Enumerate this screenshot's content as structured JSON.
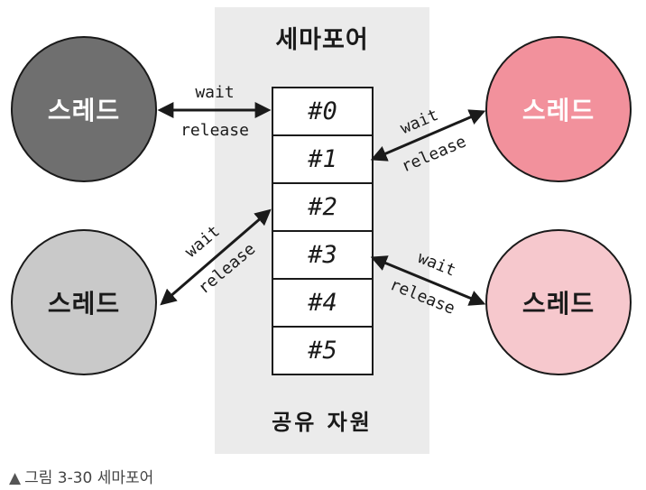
{
  "diagram": {
    "title": "세마포어",
    "shared_resource_label": "공유 자원",
    "slots": [
      "#0",
      "#1",
      "#2",
      "#3",
      "#4",
      "#5"
    ],
    "threads": [
      {
        "label": "스레드",
        "color": "#6f6f6f"
      },
      {
        "label": "스레드",
        "color": "#f2919c"
      },
      {
        "label": "스레드",
        "color": "#c9c9c9"
      },
      {
        "label": "스레드",
        "color": "#f6c8cd"
      }
    ],
    "arrows": [
      {
        "wait": "wait",
        "release": "release"
      },
      {
        "wait": "wait",
        "release": "release"
      },
      {
        "wait": "wait",
        "release": "release"
      },
      {
        "wait": "wait",
        "release": "release"
      }
    ]
  },
  "caption": {
    "marker": "▲",
    "text": "그림 3-30 세마포어"
  }
}
